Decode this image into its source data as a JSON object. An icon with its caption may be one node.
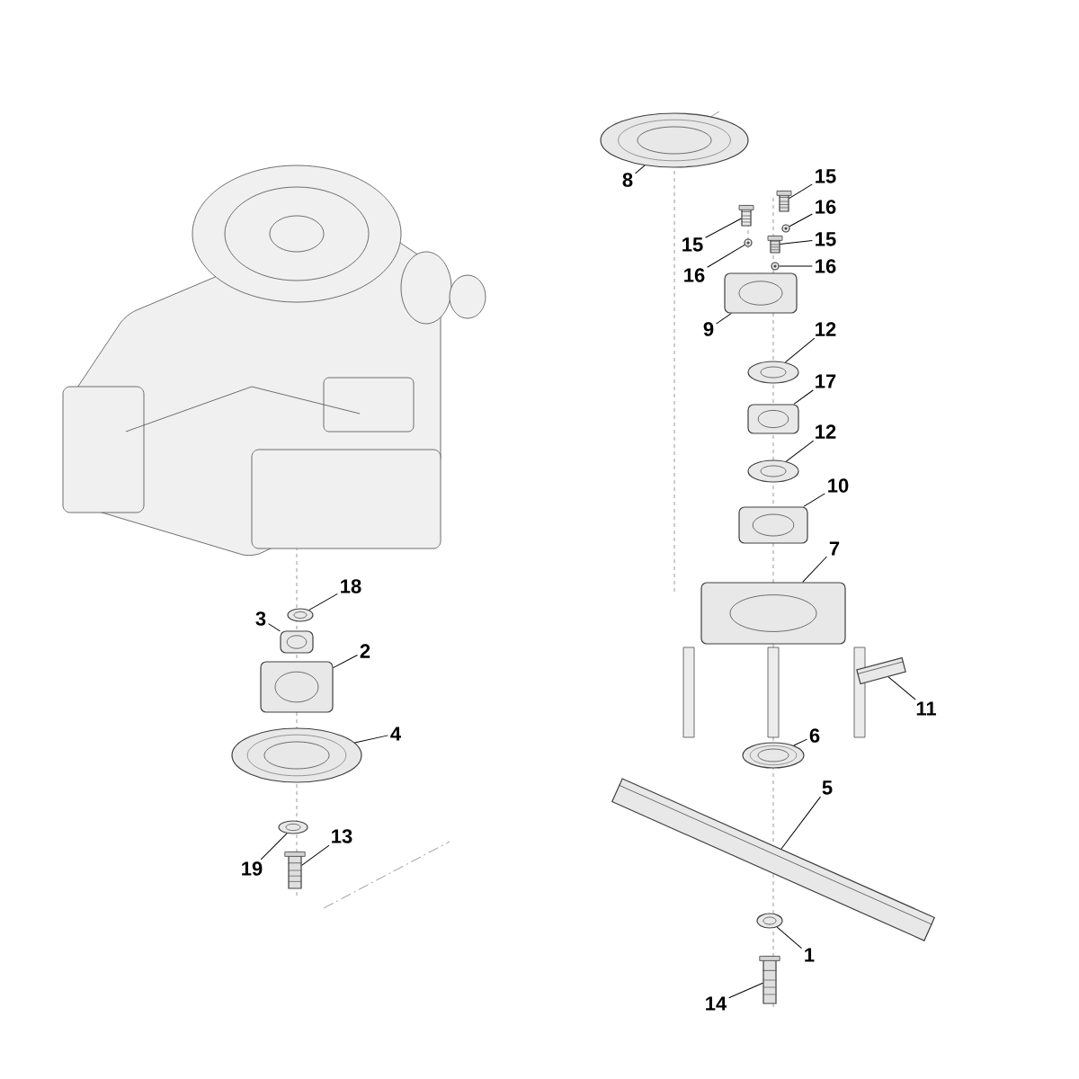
{
  "diagram": {
    "nodes": [
      {
        "text": [
          "8"
        ]
      },
      {
        "text": [],
        "shape": "picture"
      },
      {
        "text": [
          "15"
        ]
      },
      {
        "text": [],
        "shape": "box"
      },
      {
        "text": [
          "16"
        ]
      },
      {
        "text": [],
        "shape": "picture"
      },
      {
        "text": [
          "15"
        ]
      },
      {
        "text": [],
        "shape": "picture"
      },
      {
        "text": [
          "16"
        ]
      },
      {
        "text": [],
        "shape": "picture"
      },
      {
        "text": [
          "15"
        ]
      },
      {
        "text": [],
        "shape": "box"
      },
      {
        "text": [
          "16"
        ]
      },
      {
        "text": [],
        "shape": "picture"
      },
      {
        "text": [
          "9"
        ]
      },
      {
        "text": [],
        "shape": "picture"
      },
      {
        "text": [
          "12"
        ]
      },
      {
        "text": [],
        "shape": "picture"
      },
      {
        "text": [
          "17"
        ]
      },
      {
        "text": [],
        "shape": "picture"
      },
      {
        "text": [
          "12"
        ]
      },
      {
        "text": [],
        "shape": "picture"
      },
      {
        "text": [
          "10"
        ]
      },
      {
        "text": [],
        "shape": "picture"
      },
      {
        "text": [
          "7"
        ]
      },
      {
        "text": [],
        "shape": "picture"
      },
      {
        "text": [
          "18"
        ]
      },
      {
        "text": [],
        "shape": "picture"
      },
      {
        "text": [
          "3"
        ]
      },
      {
        "text": [],
        "shape": "picture"
      },
      {
        "text": [
          "2"
        ]
      },
      {
        "text": [],
        "shape": "picture"
      },
      {
        "text": [
          "11"
        ]
      },
      {
        "text": [],
        "shape": "picture"
      },
      {
        "text": [
          "4"
        ]
      },
      {
        "text": [],
        "shape": "picture"
      },
      {
        "text": [
          "6"
        ]
      },
      {
        "text": [],
        "shape": "picture"
      },
      {
        "text": [
          "5"
        ]
      },
      {
        "text": [],
        "shape": "picture"
      },
      {
        "text": [
          "13"
        ]
      },
      {
        "text": [],
        "shape": "box"
      },
      {
        "text": [
          "19"
        ]
      },
      {
        "text": [],
        "shape": "picture"
      },
      {
        "text": [
          "1"
        ]
      },
      {
        "text": [],
        "shape": "picture"
      },
      {
        "text": [
          "14"
        ]
      },
      {
        "text": [],
        "shape": "box"
      }
    ],
    "edges": [
      {
        "from": 0,
        "to": 1,
        "arrow": "none"
      },
      {
        "from": 2,
        "to": 3,
        "arrow": "none"
      },
      {
        "from": 4,
        "to": 5,
        "arrow": "none"
      },
      {
        "from": 6,
        "to": 7,
        "arrow": "none"
      },
      {
        "from": 8,
        "to": 9,
        "arrow": "none"
      },
      {
        "from": 10,
        "to": 11,
        "arrow": "none"
      },
      {
        "from": 12,
        "to": 13,
        "arrow": "none"
      },
      {
        "from": 14,
        "to": 15,
        "arrow": "none"
      },
      {
        "from": 16,
        "to": 17,
        "arrow": "none"
      },
      {
        "from": 18,
        "to": 19,
        "arrow": "none"
      },
      {
        "from": 20,
        "to": 21,
        "arrow": "none"
      },
      {
        "from": 22,
        "to": 23,
        "arrow": "none"
      },
      {
        "from": 24,
        "to": 25,
        "arrow": "none"
      },
      {
        "from": 26,
        "to": 27,
        "arrow": "none"
      },
      {
        "from": 28,
        "to": 29,
        "arrow": "none"
      },
      {
        "from": 30,
        "to": 31,
        "arrow": "none"
      },
      {
        "from": 32,
        "to": 33,
        "arrow": "none"
      },
      {
        "from": 34,
        "to": 35,
        "arrow": "none"
      },
      {
        "from": 36,
        "to": 37,
        "arrow": "none"
      },
      {
        "from": 38,
        "to": 39,
        "arrow": "none"
      },
      {
        "from": 40,
        "to": 41,
        "arrow": "none"
      },
      {
        "from": 42,
        "to": 43,
        "arrow": "none"
      },
      {
        "from": 44,
        "to": 45,
        "arrow": "none"
      },
      {
        "from": 46,
        "to": 47,
        "arrow": "none"
      }
    ]
  }
}
